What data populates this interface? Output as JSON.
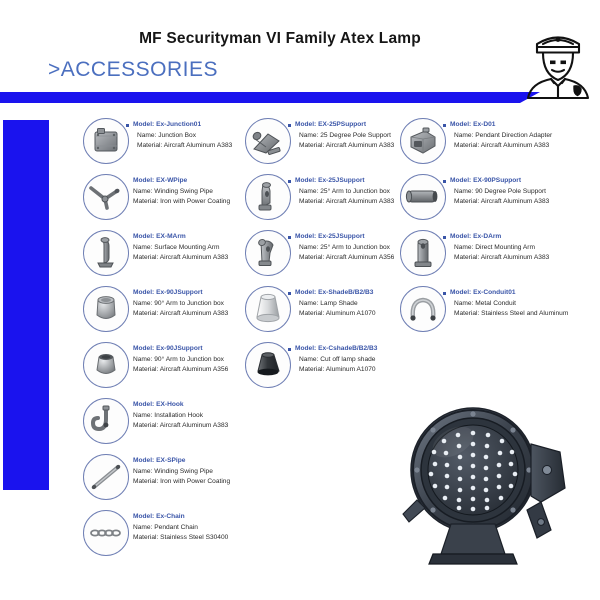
{
  "header": {
    "title": "MF Securityman VI Family Atex Lamp",
    "subtitle": ">ACCESSORIES",
    "accent_color": "#1a13ee",
    "subtitle_color": "#4b6fbf",
    "mascot_icon": "security-guard-icon"
  },
  "labels": {
    "model_prefix": "Model:",
    "name_prefix": "Name:",
    "material_prefix": "Material:"
  },
  "accessories": [
    {
      "icon": "junction-box-icon",
      "model": "Model:  Ex-Junction01",
      "name": "Name: Junction Box",
      "material": "Material: Aircraft Aluminum A383",
      "bullet": true
    },
    {
      "icon": "25-degree-pole-support-icon",
      "model": "Model: EX-25PSupport",
      "name": "Name: 25 Degree Pole Support",
      "material": "Material: Aircraft Aluminum A383",
      "bullet": true
    },
    {
      "icon": "pendant-direction-adapter-icon",
      "model": "Model: Ex-D01",
      "name": "Name: Pendant Direction  Adapter",
      "material": "Material: Aircraft Aluminum A383",
      "bullet": true
    },
    {
      "icon": "winding-swing-pipe-icon",
      "model": "Model: EX-WPipe",
      "name": "Name: Winding Swing Pipe",
      "material": "Material: Iron with Power Coating",
      "bullet": false
    },
    {
      "icon": "25-degree-junction-arm-icon",
      "model": "Model: Ex-25JSupport",
      "name": "Name: 25° Arm to Junction box",
      "material": "Material:  Aircraft Aluminum A383",
      "bullet": true
    },
    {
      "icon": "90-degree-pole-support-icon",
      "model": "Model: EX-90PSupport",
      "name": "Name: 90 Degree Pole Support",
      "material": "Material: Aircraft Aluminum A383",
      "bullet": true
    },
    {
      "icon": "surface-mounting-arm-icon",
      "model": "Model: EX-MArm",
      "name": "Name: Surface Mounting Arm",
      "material": "Material: Aircraft Aluminum A383",
      "bullet": false
    },
    {
      "icon": "25-degree-junction-arm-alt-icon",
      "model": "Model: Ex-25JSupport",
      "name": "Name: 25° Arm to Junction box",
      "material": " Material: Aircraft Aluminum A356",
      "bullet": true
    },
    {
      "icon": "direct-mounting-arm-icon",
      "model": "Model: Ex-DArm",
      "name": "Name: Direct Mounting Arm",
      "material": "Material:  Aircraft Aluminum A383",
      "bullet": true
    },
    {
      "icon": "90-degree-junction-arm-icon",
      "model": "Model: Ex-90JSupport",
      "name": "Name: 90° Arm to Junction box",
      "material": "Material: Aircraft Aluminum A383",
      "bullet": false
    },
    {
      "icon": "lamp-shade-icon",
      "model": "Model: Ex-ShadeB/B2/B3",
      "name": "Name: Lamp Shade",
      "material": "Material:  Aluminum A1070",
      "bullet": true
    },
    {
      "icon": "metal-conduit-icon",
      "model": "Model: Ex-Conduit01",
      "name": "Name: Metal Conduit",
      "material": "Material: Stainless Steel and  Aluminum",
      "bullet": true
    },
    {
      "icon": "90-degree-junction-arm-alt-icon",
      "model": "Model: Ex-90JSupport",
      "name": "Name: 90° Arm to Junction box",
      "material": " Material: Aircraft Aluminum A356",
      "bullet": false
    },
    {
      "icon": "cut-off-lamp-shade-icon",
      "model": "Model: Ex-CshadeB/B2/B3",
      "name": "Name: Cut off lamp shade",
      "material": "Material: Aluminum A1070",
      "bullet": true
    },
    {
      "icon": "installation-hook-icon",
      "model": "Model: EX-Hook",
      "name": "Name: Installation Hook",
      "material": "Material: Aircraft Aluminum A383",
      "bullet": false
    },
    {
      "icon": "straight-swing-pipe-icon",
      "model": "Model: EX-SPipe",
      "name": "Name: Winding Swing Pipe",
      "material": "Material: Iron with Power Coating",
      "bullet": false
    },
    {
      "icon": "pendant-chain-icon",
      "model": "Model: Ex-Chain",
      "name": "Name: Pendant Chain",
      "material": "Material: Stainless Steel S30400",
      "bullet": false
    }
  ],
  "product_photo": {
    "icon": "atex-led-floodlight-photo"
  }
}
